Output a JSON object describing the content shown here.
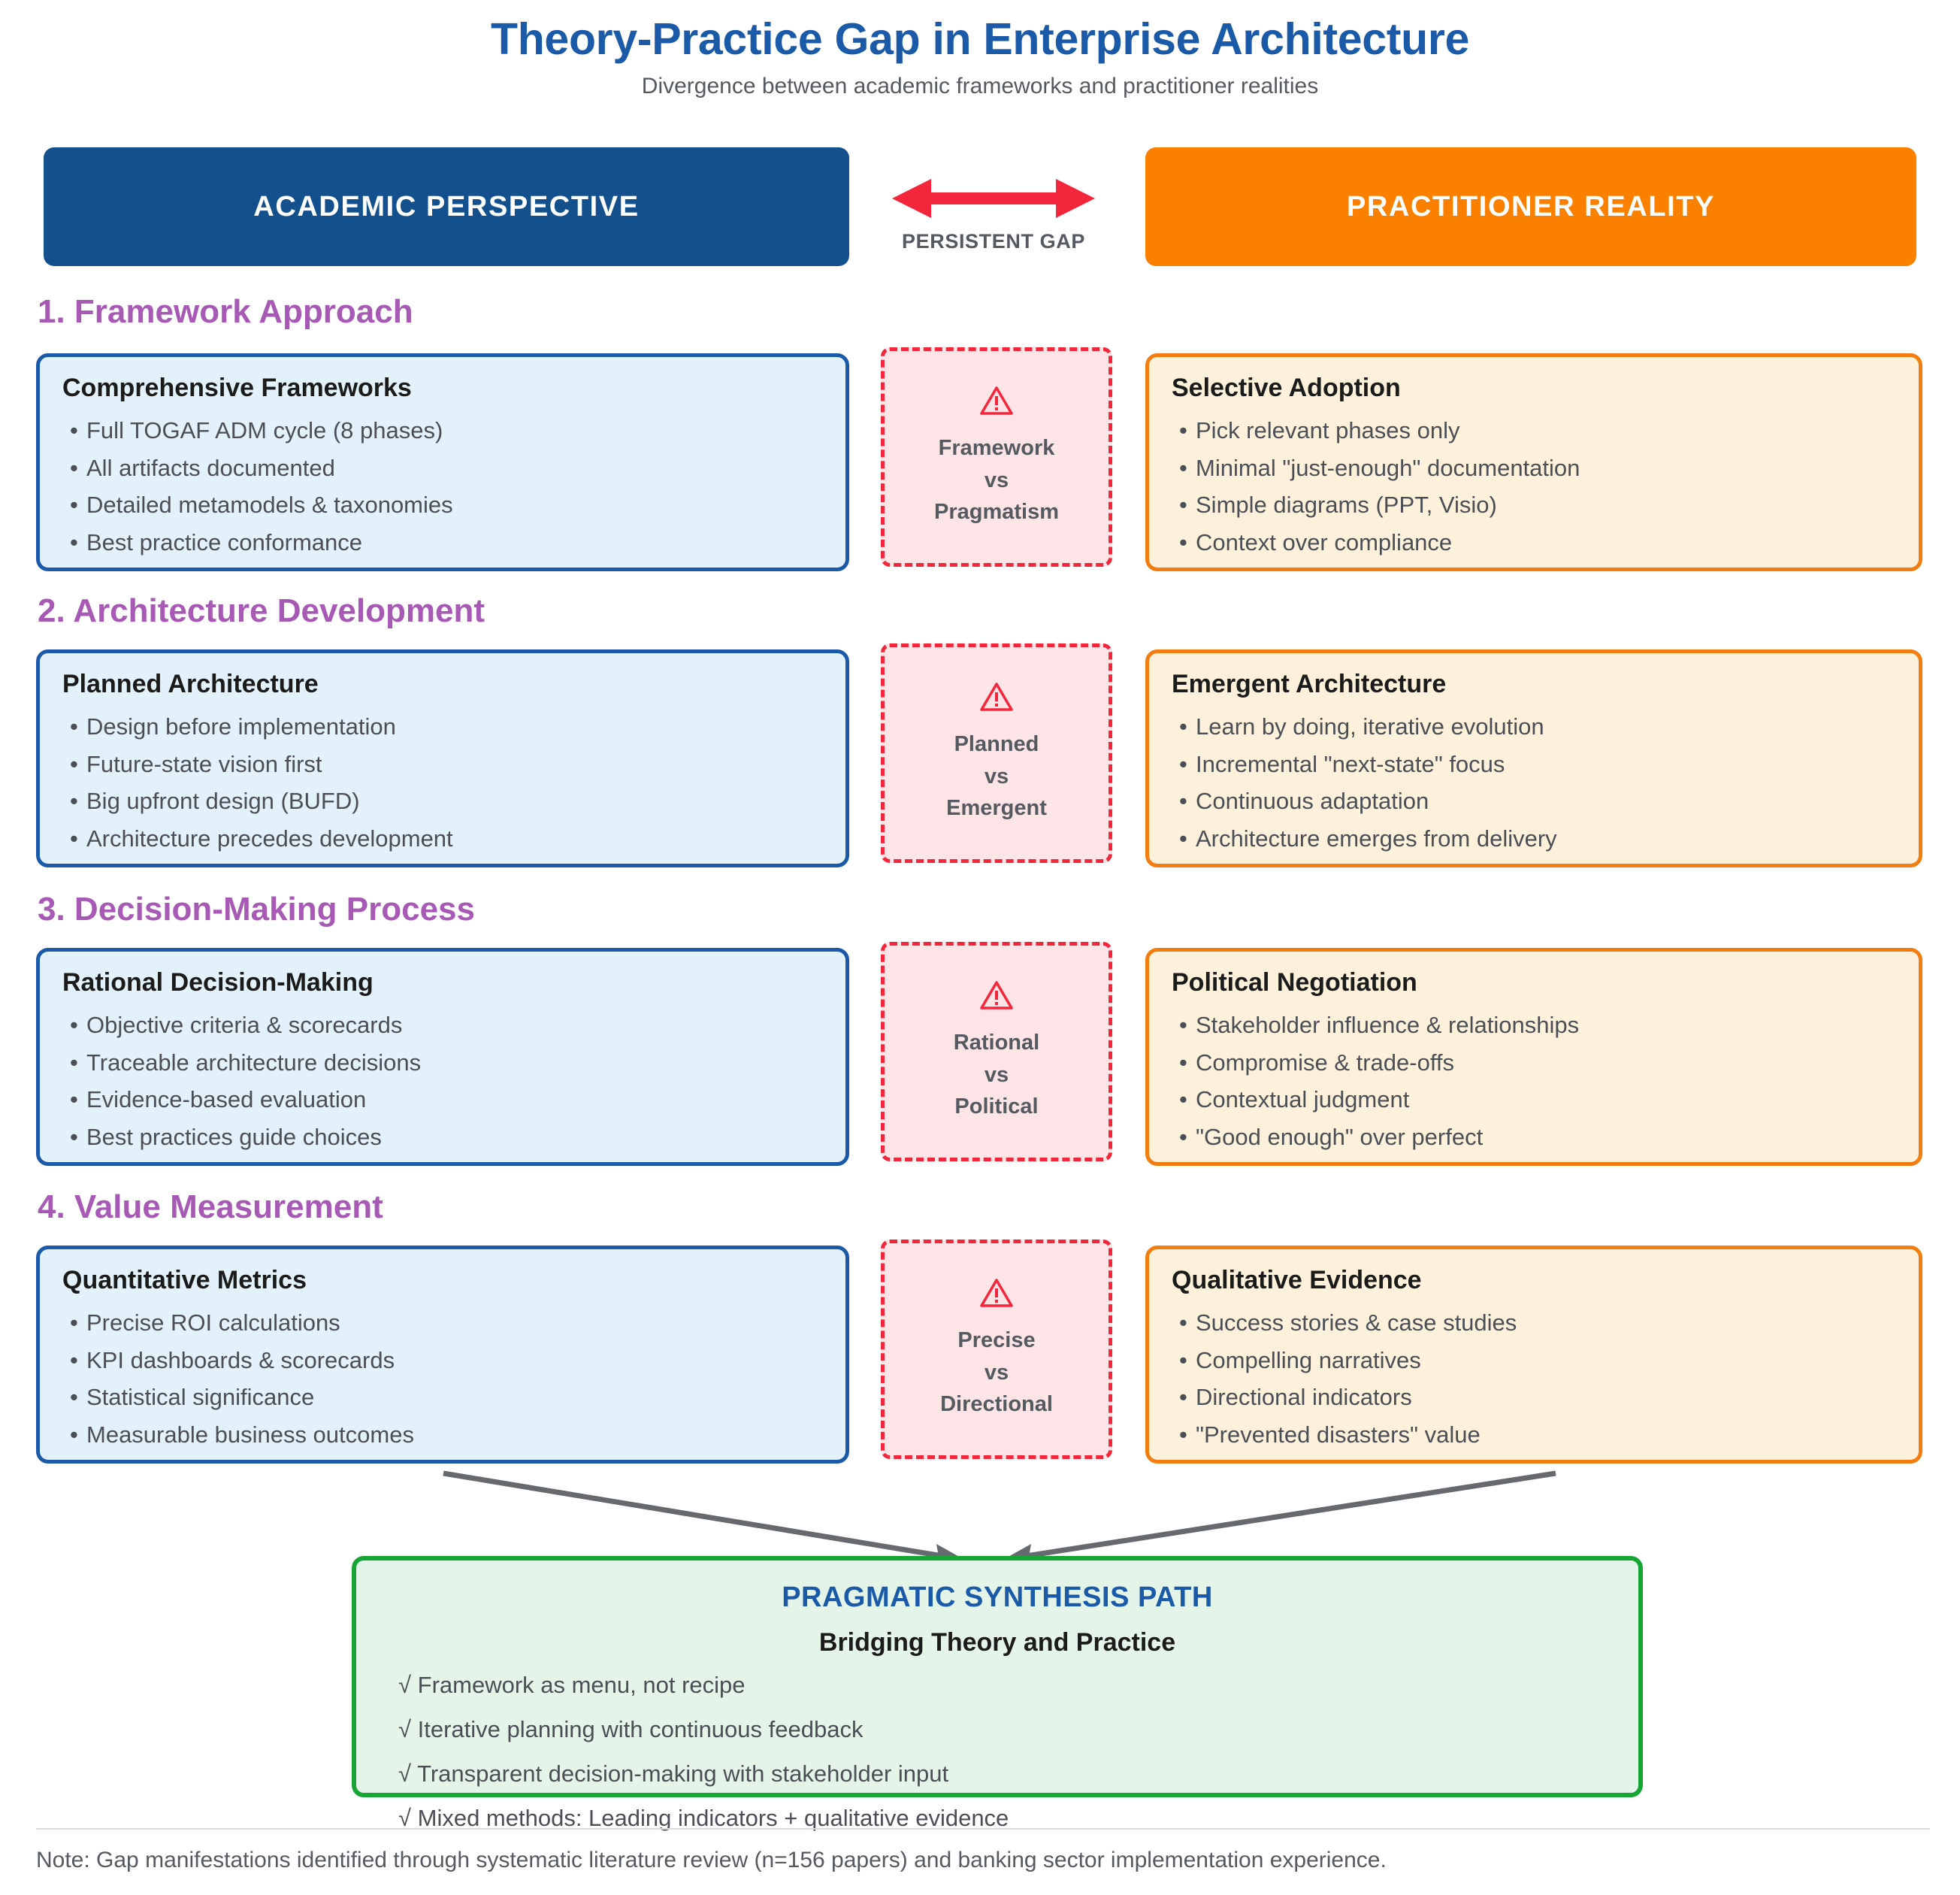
{
  "header": {
    "title": "Theory-Practice Gap in Enterprise Architecture",
    "subtitle": "Divergence between academic frameworks and practitioner realities",
    "academic_column_label": "ACADEMIC PERSPECTIVE",
    "practitioner_column_label": "PRACTITIONER REALITY",
    "gap_arrow_label": "PERSISTENT GAP"
  },
  "colors": {
    "academic_header_bg": "#14508e",
    "practitioner_header_bg": "#fb8000",
    "academic_card_bg": "#e3f1fa",
    "academic_card_border": "#1a5aa8",
    "practitioner_card_bg": "#fdf1dc",
    "practitioner_card_border": "#f37d10",
    "gap_box_bg": "#fde4e6",
    "gap_box_border": "#f4263b",
    "section_title": "#a759b5",
    "synthesis_bg": "#e5f4e9",
    "synthesis_border": "#17a636",
    "synthesis_title": "#1a5aa8",
    "title_blue": "#1a5aa8",
    "arrow_red": "#f4263b",
    "converge_arrow_gray": "#666a6e"
  },
  "sections": [
    {
      "number_title": "1. Framework Approach",
      "academic": {
        "title": "Comprehensive Frameworks",
        "bullets": [
          "Full TOGAF ADM cycle (8 phases)",
          "All artifacts documented",
          "Detailed metamodels & taxonomies",
          "Best practice conformance"
        ]
      },
      "gap": {
        "icon": "warning-triangle-icon",
        "line1": "Framework",
        "line2": "vs",
        "line3": "Pragmatism"
      },
      "practitioner": {
        "title": "Selective Adoption",
        "bullets": [
          "Pick relevant phases only",
          "Minimal \"just-enough\" documentation",
          "Simple diagrams (PPT, Visio)",
          "Context over compliance"
        ]
      }
    },
    {
      "number_title": "2. Architecture Development",
      "academic": {
        "title": "Planned Architecture",
        "bullets": [
          "Design before implementation",
          "Future-state vision first",
          "Big upfront design (BUFD)",
          "Architecture precedes development"
        ]
      },
      "gap": {
        "icon": "warning-triangle-icon",
        "line1": "Planned",
        "line2": "vs",
        "line3": "Emergent"
      },
      "practitioner": {
        "title": "Emergent Architecture",
        "bullets": [
          "Learn by doing, iterative evolution",
          "Incremental \"next-state\" focus",
          "Continuous adaptation",
          "Architecture emerges from delivery"
        ]
      }
    },
    {
      "number_title": "3. Decision-Making Process",
      "academic": {
        "title": "Rational Decision-Making",
        "bullets": [
          "Objective criteria & scorecards",
          "Traceable architecture decisions",
          "Evidence-based evaluation",
          "Best practices guide choices"
        ]
      },
      "gap": {
        "icon": "warning-triangle-icon",
        "line1": "Rational",
        "line2": "vs",
        "line3": "Political"
      },
      "practitioner": {
        "title": "Political Negotiation",
        "bullets": [
          "Stakeholder influence & relationships",
          "Compromise & trade-offs",
          "Contextual judgment",
          "\"Good enough\" over perfect"
        ]
      }
    },
    {
      "number_title": "4. Value Measurement",
      "academic": {
        "title": "Quantitative Metrics",
        "bullets": [
          "Precise ROI calculations",
          "KPI dashboards & scorecards",
          "Statistical significance",
          "Measurable business outcomes"
        ]
      },
      "gap": {
        "icon": "warning-triangle-icon",
        "line1": "Precise",
        "line2": "vs",
        "line3": "Directional"
      },
      "practitioner": {
        "title": "Qualitative Evidence",
        "bullets": [
          "Success stories & case studies",
          "Compelling narratives",
          "Directional indicators",
          "\"Prevented disasters\" value"
        ]
      }
    }
  ],
  "synthesis": {
    "title": "PRAGMATIC SYNTHESIS PATH",
    "subtitle": "Bridging Theory and Practice",
    "items": [
      "√ Framework as menu, not recipe",
      "√ Iterative planning with continuous feedback",
      "√ Transparent decision-making with stakeholder input",
      "√ Mixed methods: Leading indicators + qualitative evidence"
    ]
  },
  "footer": {
    "note": "Note: Gap manifestations identified through systematic literature review (n=156 papers) and banking sector implementation experience."
  }
}
